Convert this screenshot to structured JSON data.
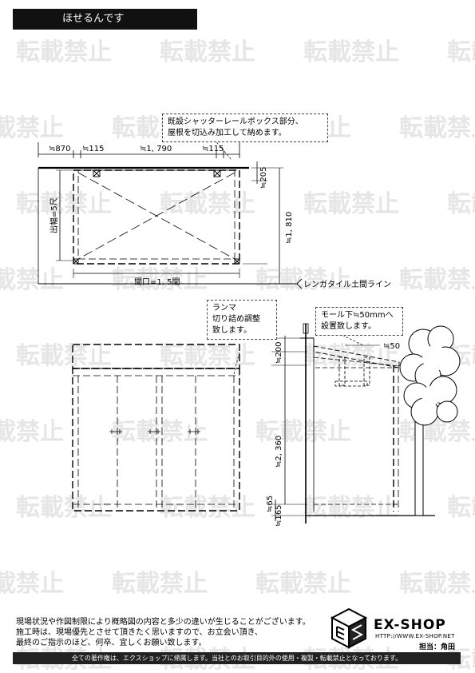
{
  "header": {
    "title": "ほせるんです"
  },
  "watermark": {
    "text": "転載禁止"
  },
  "plan_view": {
    "dims_top": [
      "≒870",
      "≒115",
      "≒1, 790",
      "≒115"
    ],
    "dim_right_top": "≒205",
    "dim_right_main": "≒1, 810",
    "dim_left": "出幅=5尺",
    "dim_bottom": "間口=1, 5間",
    "ground_line": "レンガタイル土間ライン",
    "callout": [
      "既設シャッターレールボックス部分、",
      "屋根を切込み加工して納めます。"
    ]
  },
  "front_view": {
    "callout": [
      "ランマ",
      "切り詰め調整",
      "致します。"
    ]
  },
  "side_view": {
    "callout": [
      "モール下≒50mmへ",
      "設置致します。"
    ],
    "dim_50": "≒50",
    "dim_200": "≒200",
    "dim_2360": "≒2, 360",
    "dim_65": "≒65",
    "dim_165": "≒165"
  },
  "footer": {
    "notes": [
      "現場状況や作図制限により概略図の内容と多少の違いが生じることがございます。",
      "施工時は、現場優先とさせて頂きたく思いますので、お立会い頂き、",
      "最終のご指示のほど、何卒、宜しくお願い致します。"
    ],
    "brand": "EX-SHOP",
    "url": "HTTP://WWW.EX-SHOP.NET",
    "staff": "担当：角田",
    "copyright": "全ての著作権は、エクスショップに帰属します。当社とのお取引目的外の使用・複製・転載禁止となっております。"
  }
}
